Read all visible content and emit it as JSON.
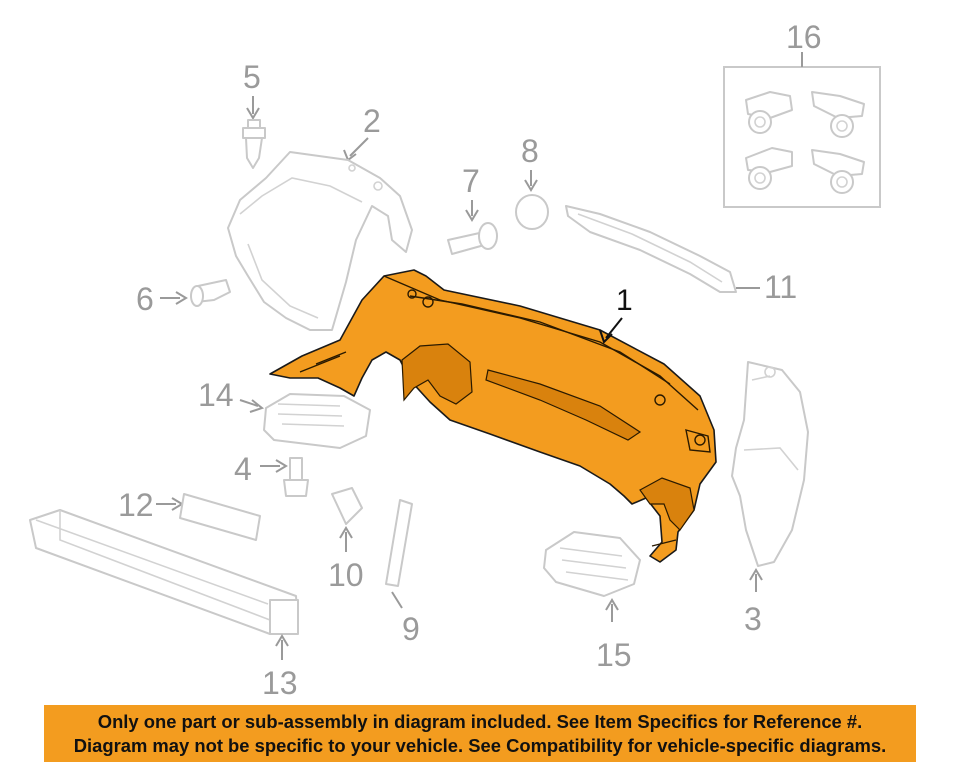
{
  "colors": {
    "highlight": "#f39c1f",
    "notice_bg": "#f39c1f",
    "line": "#c9c9c9",
    "label": "#9a9a9a"
  },
  "callouts": {
    "c1": "1",
    "c2": "2",
    "c3": "3",
    "c4": "4",
    "c5": "5",
    "c6": "6",
    "c7": "7",
    "c8": "8",
    "c9": "9",
    "c10": "10",
    "c11": "11",
    "c12": "12",
    "c13": "13",
    "c14": "14",
    "c15": "15",
    "c16": "16"
  },
  "notice": {
    "line1": "Only one part or sub-assembly in diagram included. See Item Specifics for Reference #.",
    "line2": "Diagram may not be specific to your vehicle. See Compatibility for vehicle-specific diagrams."
  }
}
